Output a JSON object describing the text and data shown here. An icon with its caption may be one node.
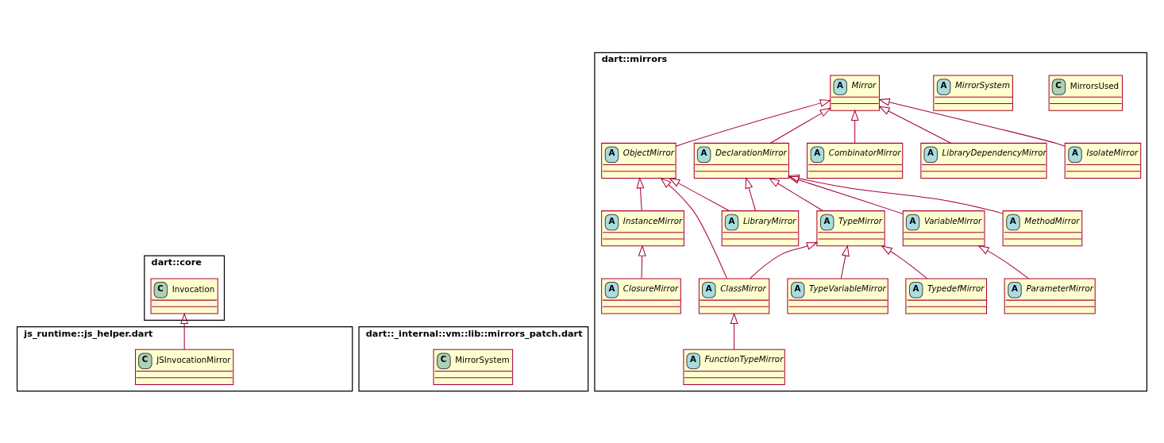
{
  "diagram": {
    "nodes": [
      {
        "text": [
          "dart::core"
        ]
      },
      {
        "text": [
          "C",
          "Invocation"
        ],
        "in": 0
      },
      {
        "text": [
          "js_runtime::js_helper.dart"
        ]
      },
      {
        "text": [
          "C",
          "JSInvocationMirror"
        ],
        "in": 2
      },
      {
        "text": [
          "dart::_internal::vm::lib::mirrors_patch.dart"
        ]
      },
      {
        "text": [
          "C",
          "MirrorSystem"
        ],
        "in": 4
      },
      {
        "text": [
          "dart::mirrors"
        ]
      },
      {
        "text": [
          "C",
          "MirrorsUsed"
        ],
        "in": 6
      },
      {
        "text": [
          "A",
          "Mirror"
        ],
        "in": 6
      },
      {
        "text": [
          "A",
          "MirrorSystem"
        ],
        "in": 6
      },
      {
        "text": [
          "A",
          "IsolateMirror"
        ],
        "in": 6
      },
      {
        "text": [
          "A",
          "DeclarationMirror"
        ],
        "in": 6
      },
      {
        "text": [
          "A",
          "ObjectMirror"
        ],
        "in": 6
      },
      {
        "text": [
          "A",
          "LibraryDependencyMirror"
        ],
        "in": 6
      },
      {
        "text": [
          "A",
          "CombinatorMirror"
        ],
        "in": 6
      },
      {
        "text": [
          "A",
          "VariableMirror"
        ],
        "in": 6
      },
      {
        "text": [
          "A",
          "TypeMirror"
        ],
        "in": 6
      },
      {
        "text": [
          "A",
          "MethodMirror"
        ],
        "in": 6
      },
      {
        "text": [
          "A",
          "LibraryMirror"
        ],
        "in": 6
      },
      {
        "text": [
          "A",
          "InstanceMirror"
        ],
        "in": 6
      },
      {
        "text": [
          "A",
          "ParameterMirror"
        ],
        "in": 6
      },
      {
        "text": [
          "A",
          "TypeVariableMirror"
        ],
        "in": 6
      },
      {
        "text": [
          "A",
          "TypedefMirror"
        ],
        "in": 6
      },
      {
        "text": [
          "A",
          "ClassMirror"
        ],
        "in": 6
      },
      {
        "text": [
          "A",
          "ClosureMirror"
        ],
        "in": 6
      },
      {
        "text": [
          "A",
          "FunctionTypeMirror"
        ],
        "in": 6
      }
    ],
    "edges": [
      {
        "from": 3,
        "to": 1,
        "arrow": "to"
      },
      {
        "from": 10,
        "to": 8,
        "arrow": "to"
      },
      {
        "from": 11,
        "to": 8,
        "arrow": "to"
      },
      {
        "from": 12,
        "to": 8,
        "arrow": "to"
      },
      {
        "from": 13,
        "to": 8,
        "arrow": "to"
      },
      {
        "from": 14,
        "to": 8,
        "arrow": "to"
      },
      {
        "from": 15,
        "to": 11,
        "arrow": "to"
      },
      {
        "from": 16,
        "to": 11,
        "arrow": "to"
      },
      {
        "from": 17,
        "to": 11,
        "arrow": "to"
      },
      {
        "from": 18,
        "to": 11,
        "arrow": "to"
      },
      {
        "from": 18,
        "to": 12,
        "arrow": "to"
      },
      {
        "from": 19,
        "to": 12,
        "arrow": "to"
      },
      {
        "from": 23,
        "to": 12,
        "arrow": "to"
      },
      {
        "from": 20,
        "to": 15,
        "arrow": "to"
      },
      {
        "from": 21,
        "to": 16,
        "arrow": "to"
      },
      {
        "from": 22,
        "to": 16,
        "arrow": "to"
      },
      {
        "from": 23,
        "to": 16,
        "arrow": "to"
      },
      {
        "from": 24,
        "to": 19,
        "arrow": "to"
      },
      {
        "from": 25,
        "to": 23,
        "arrow": "to"
      }
    ]
  }
}
